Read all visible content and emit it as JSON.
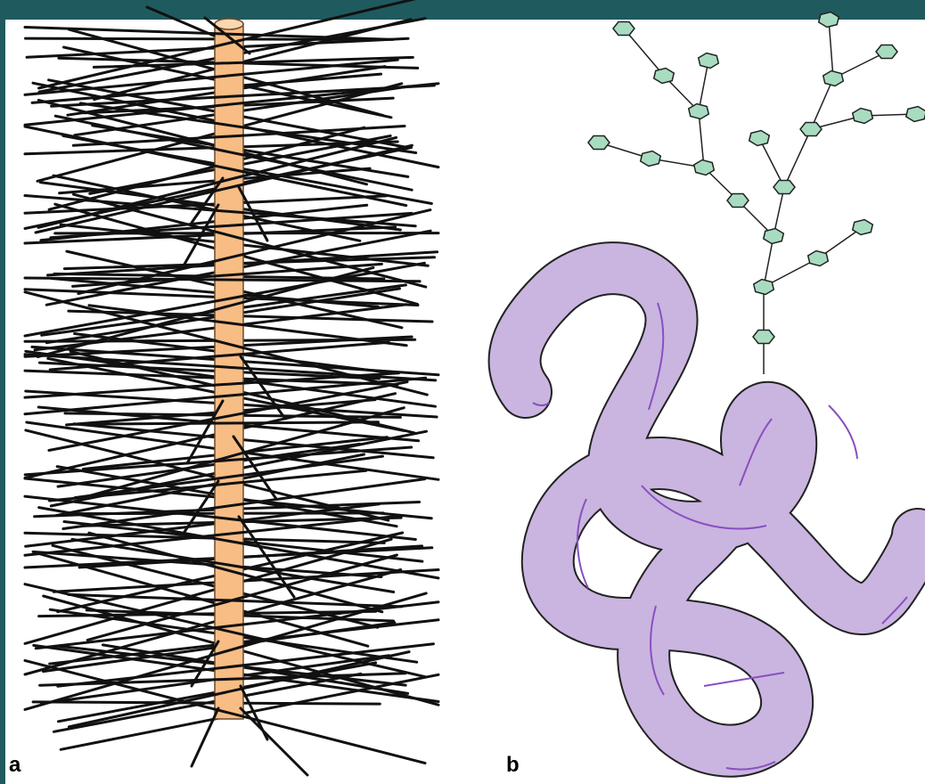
{
  "colors": {
    "frame": "#1f5a5e",
    "background": "#ffffff",
    "bristle": "#111111",
    "core_fill": "#f7bd85",
    "core_stroke": "#6b4a2b",
    "protein_fill": "#c9b5e0",
    "protein_stroke": "#222222",
    "protein_highlight": "#8a4fc0",
    "sugar_fill": "#a8dcc0",
    "sugar_stroke": "#222222"
  },
  "panels": {
    "a": {
      "label": "a",
      "icon": "proteoglycan-bottlebrush"
    },
    "b": {
      "label": "b",
      "icon": "glycoprotein-with-branched-oligosaccharide"
    }
  }
}
